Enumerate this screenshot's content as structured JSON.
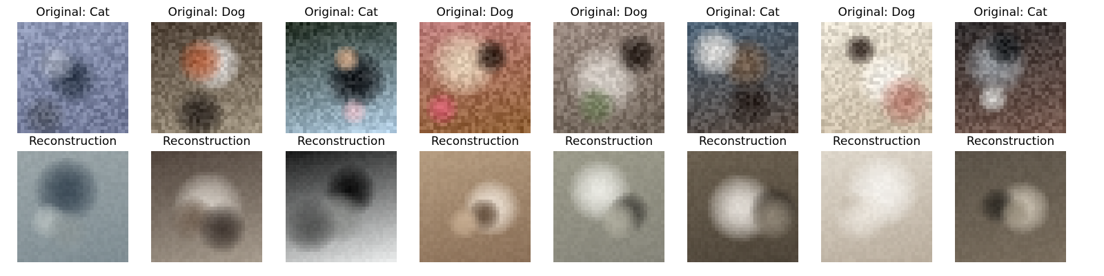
{
  "labels": {
    "original_prefix": "Original: ",
    "reconstruction": "Reconstruction"
  },
  "columns": [
    {
      "original_title": "Original: Cat",
      "reconstruction_title": "Reconstruction",
      "original_colors": {
        "bg1": "#8e98b6",
        "bg2": "#6f7796",
        "blob1": "#2f3a4c",
        "blob2": "#a2a9bb",
        "blob3": "#565c6c"
      },
      "reconstruction_colors": {
        "bg1": "#9aa5a8",
        "bg2": "#7f8d93",
        "blob1": "#374653",
        "blob2": "#b3bcbc",
        "blob3": "#8b9596"
      }
    },
    {
      "original_title": "Original: Dog",
      "reconstruction_title": "Reconstruction",
      "original_colors": {
        "bg1": "#4b3e33",
        "bg2": "#a09480",
        "blob1": "#efeeee",
        "blob2": "#a7532f",
        "blob3": "#2b241f"
      },
      "reconstruction_colors": {
        "bg1": "#4f433b",
        "bg2": "#a79c8e",
        "blob1": "#d7d0c7",
        "blob2": "#6c5b4c",
        "blob3": "#3a302a"
      }
    },
    {
      "original_title": "Original: Cat",
      "reconstruction_title": "Reconstruction",
      "original_colors": {
        "bg1": "#202b1f",
        "bg2": "#b6d2e8",
        "blob1": "#101216",
        "blob2": "#d5ae8e",
        "blob3": "#d9b8c3"
      },
      "reconstruction_colors": {
        "bg1": "#171818",
        "bg2": "#eceeee",
        "blob1": "#050505",
        "blob2": "#8d8f8c",
        "blob3": "#505150"
      }
    },
    {
      "original_title": "Original: Dog",
      "reconstruction_title": "Reconstruction",
      "original_colors": {
        "bg1": "#be7e7d",
        "bg2": "#8c5d31",
        "blob1": "#e9d7bd",
        "blob2": "#2a1c14",
        "blob3": "#d15a6a"
      },
      "reconstruction_colors": {
        "bg1": "#b59c80",
        "bg2": "#8b7058",
        "blob1": "#f1e6d9",
        "blob2": "#5d4734",
        "blob3": "#c7ad91"
      }
    },
    {
      "original_title": "Original: Dog",
      "reconstruction_title": "Reconstruction",
      "original_colors": {
        "bg1": "#9d8c83",
        "bg2": "#6d6257",
        "blob1": "#ddd7d0",
        "blob2": "#2a211c",
        "blob3": "#6c7856"
      },
      "reconstruction_colors": {
        "bg1": "#9b9a8a",
        "bg2": "#86857a",
        "blob1": "#f0f0ea",
        "blob2": "#3f3d37",
        "blob3": "#b0ae9f"
      }
    },
    {
      "original_title": "Original: Cat",
      "reconstruction_title": "Reconstruction",
      "original_colors": {
        "bg1": "#4c6276",
        "bg2": "#58493f",
        "blob1": "#715a46",
        "blob2": "#e8e6e3",
        "blob3": "#2a211d"
      },
      "reconstruction_colors": {
        "bg1": "#6b6050",
        "bg2": "#4e4539",
        "blob1": "#ede8e2",
        "blob2": "#2e2822",
        "blob3": "#958b7b"
      }
    },
    {
      "original_title": "Original: Dog",
      "reconstruction_title": "Reconstruction",
      "original_colors": {
        "bg1": "#e6e0d2",
        "bg2": "#c8b9a2",
        "blob1": "#f6f4ef",
        "blob2": "#2e221c",
        "blob3": "#b57a6c"
      },
      "reconstruction_colors": {
        "bg1": "#ded7cb",
        "bg2": "#b9ad9d",
        "blob1": "#f6f4f0",
        "blob2": "#a39581",
        "blob3": "#e9e3da"
      }
    },
    {
      "original_title": "Original: Cat",
      "reconstruction_title": "Reconstruction",
      "original_colors": {
        "bg1": "#2f2c2d",
        "bg2": "#7a5d52",
        "blob1": "#9aa0a6",
        "blob2": "#14171a",
        "blob3": "#d7d7d4"
      },
      "reconstruction_colors": {
        "bg1": "#5a5247",
        "bg2": "#7a6e5e",
        "blob1": "#cfc6b6",
        "blob2": "#2e2a24",
        "blob3": "#948a78"
      }
    }
  ]
}
